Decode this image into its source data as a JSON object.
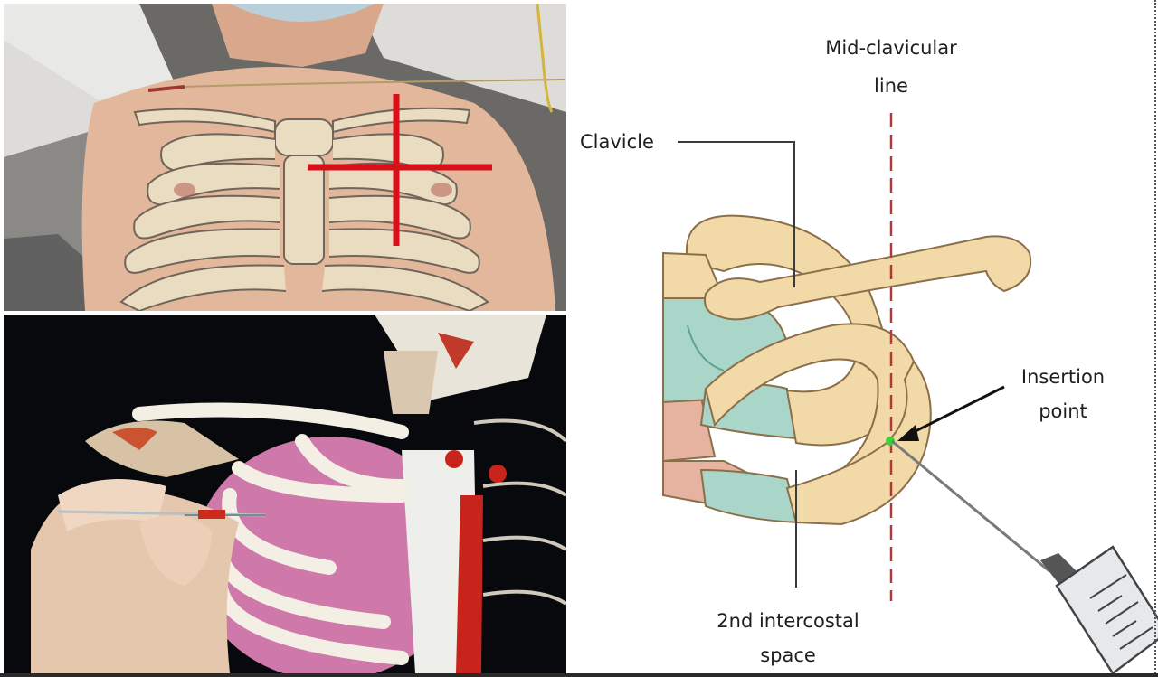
{
  "labels": {
    "mid_clavicular_line": [
      "Mid-clavicular",
      "line"
    ],
    "clavicle": "Clavicle",
    "insertion_point": [
      "Insertion",
      "point"
    ],
    "intercostal_space": [
      "2nd intercostal",
      "space"
    ]
  },
  "colors": {
    "landmark_cross": "#d6111a",
    "bone": "#f2d9a8",
    "bone_outline": "#8a6f4a",
    "cartilage": "#a9d6c8",
    "muscle": "#e6b3a0",
    "needle_tip": "#3cd13c",
    "midline": "#b03a3a",
    "lung_model": "#d97fb3"
  },
  "icons": {
    "syringe": "syringe-icon",
    "arrow": "arrow-icon"
  }
}
